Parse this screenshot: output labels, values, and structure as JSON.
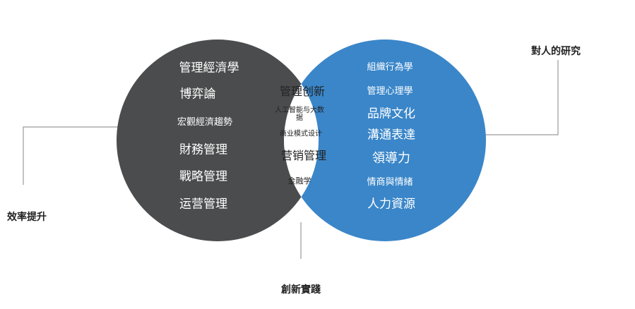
{
  "colors": {
    "left_circle": "#4b4c4d",
    "right_circle": "#3a86c9",
    "overlap": "#ffffff",
    "connector": "#9a9a9a",
    "label_light": "#ffffff",
    "label_dark": "#222222"
  },
  "left_circle": {
    "items": [
      "管理經濟學",
      "博弈論",
      "宏觀經濟趨勢",
      "財務管理",
      "戰略管理",
      "运营管理"
    ]
  },
  "overlap": {
    "items": [
      "管理创新",
      "人工智能与大数据",
      "商业模式设计",
      "营销管理",
      "金融学"
    ]
  },
  "right_circle": {
    "items": [
      "組織行為學",
      "管理心理學",
      "品牌文化",
      "溝通表達",
      "領導力",
      "情商與情緒",
      "人力資源"
    ]
  },
  "callouts": {
    "left": "效率提升",
    "right": "對人的研究",
    "bottom": "創新實踐"
  }
}
